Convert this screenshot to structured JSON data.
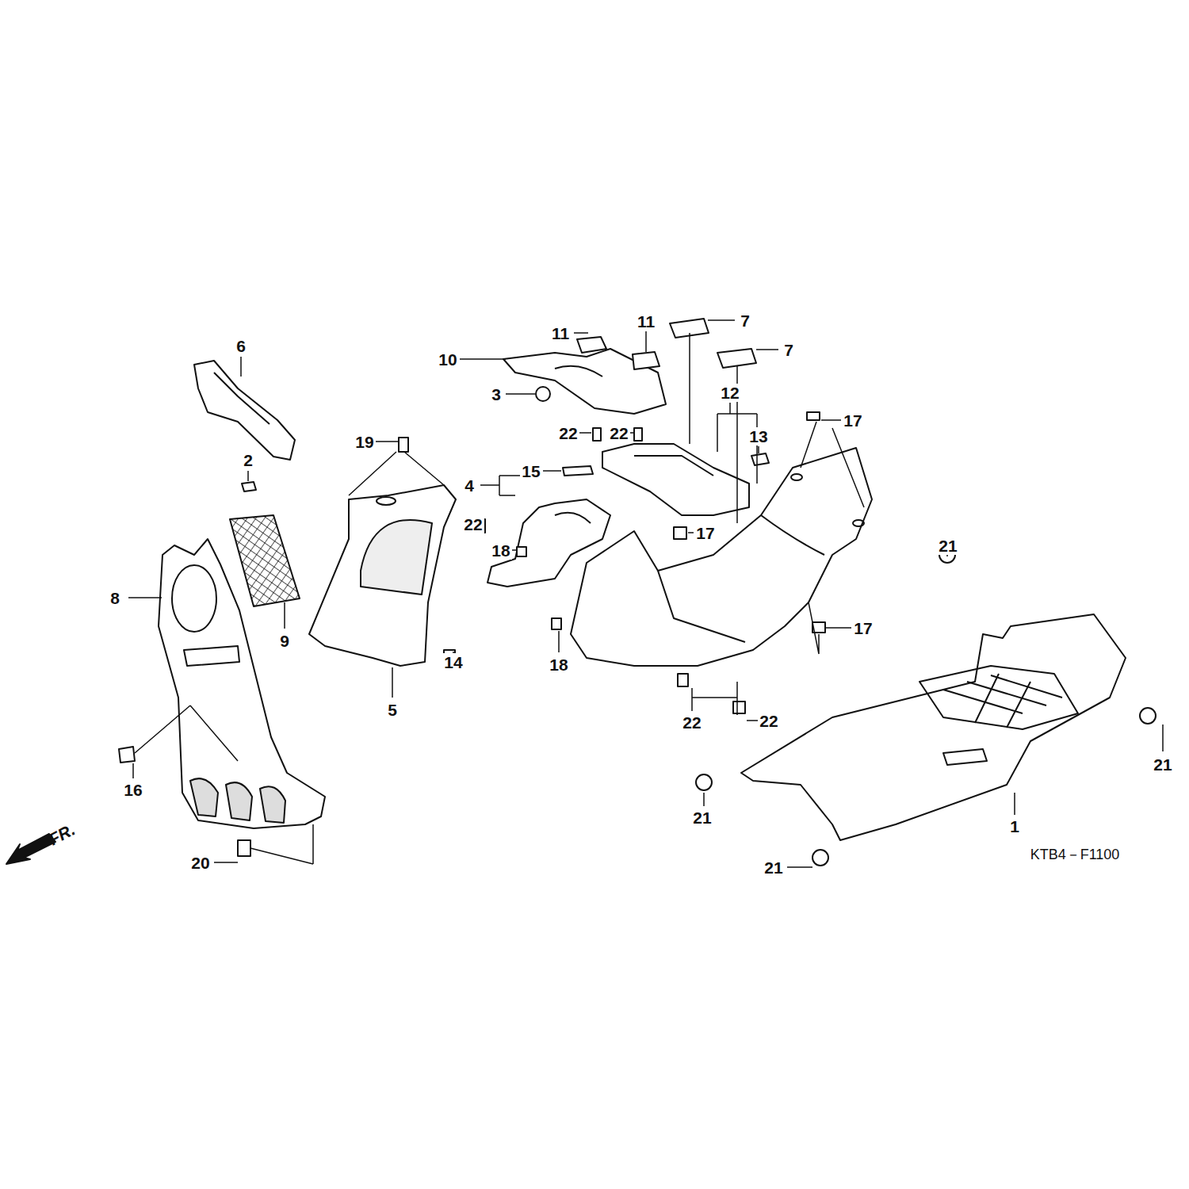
{
  "diagram": {
    "labels": [
      "11",
      "11",
      "7",
      "7",
      "6",
      "10",
      "3",
      "12",
      "17",
      "22",
      "22",
      "13",
      "19",
      "15",
      "2",
      "4",
      "22",
      "17",
      "21",
      "18",
      "8",
      "9",
      "17",
      "14",
      "18",
      "5",
      "22",
      "22",
      "21",
      "16",
      "21",
      "1",
      "20",
      "21",
      "FR.",
      "KTB4－F1100"
    ]
  }
}
